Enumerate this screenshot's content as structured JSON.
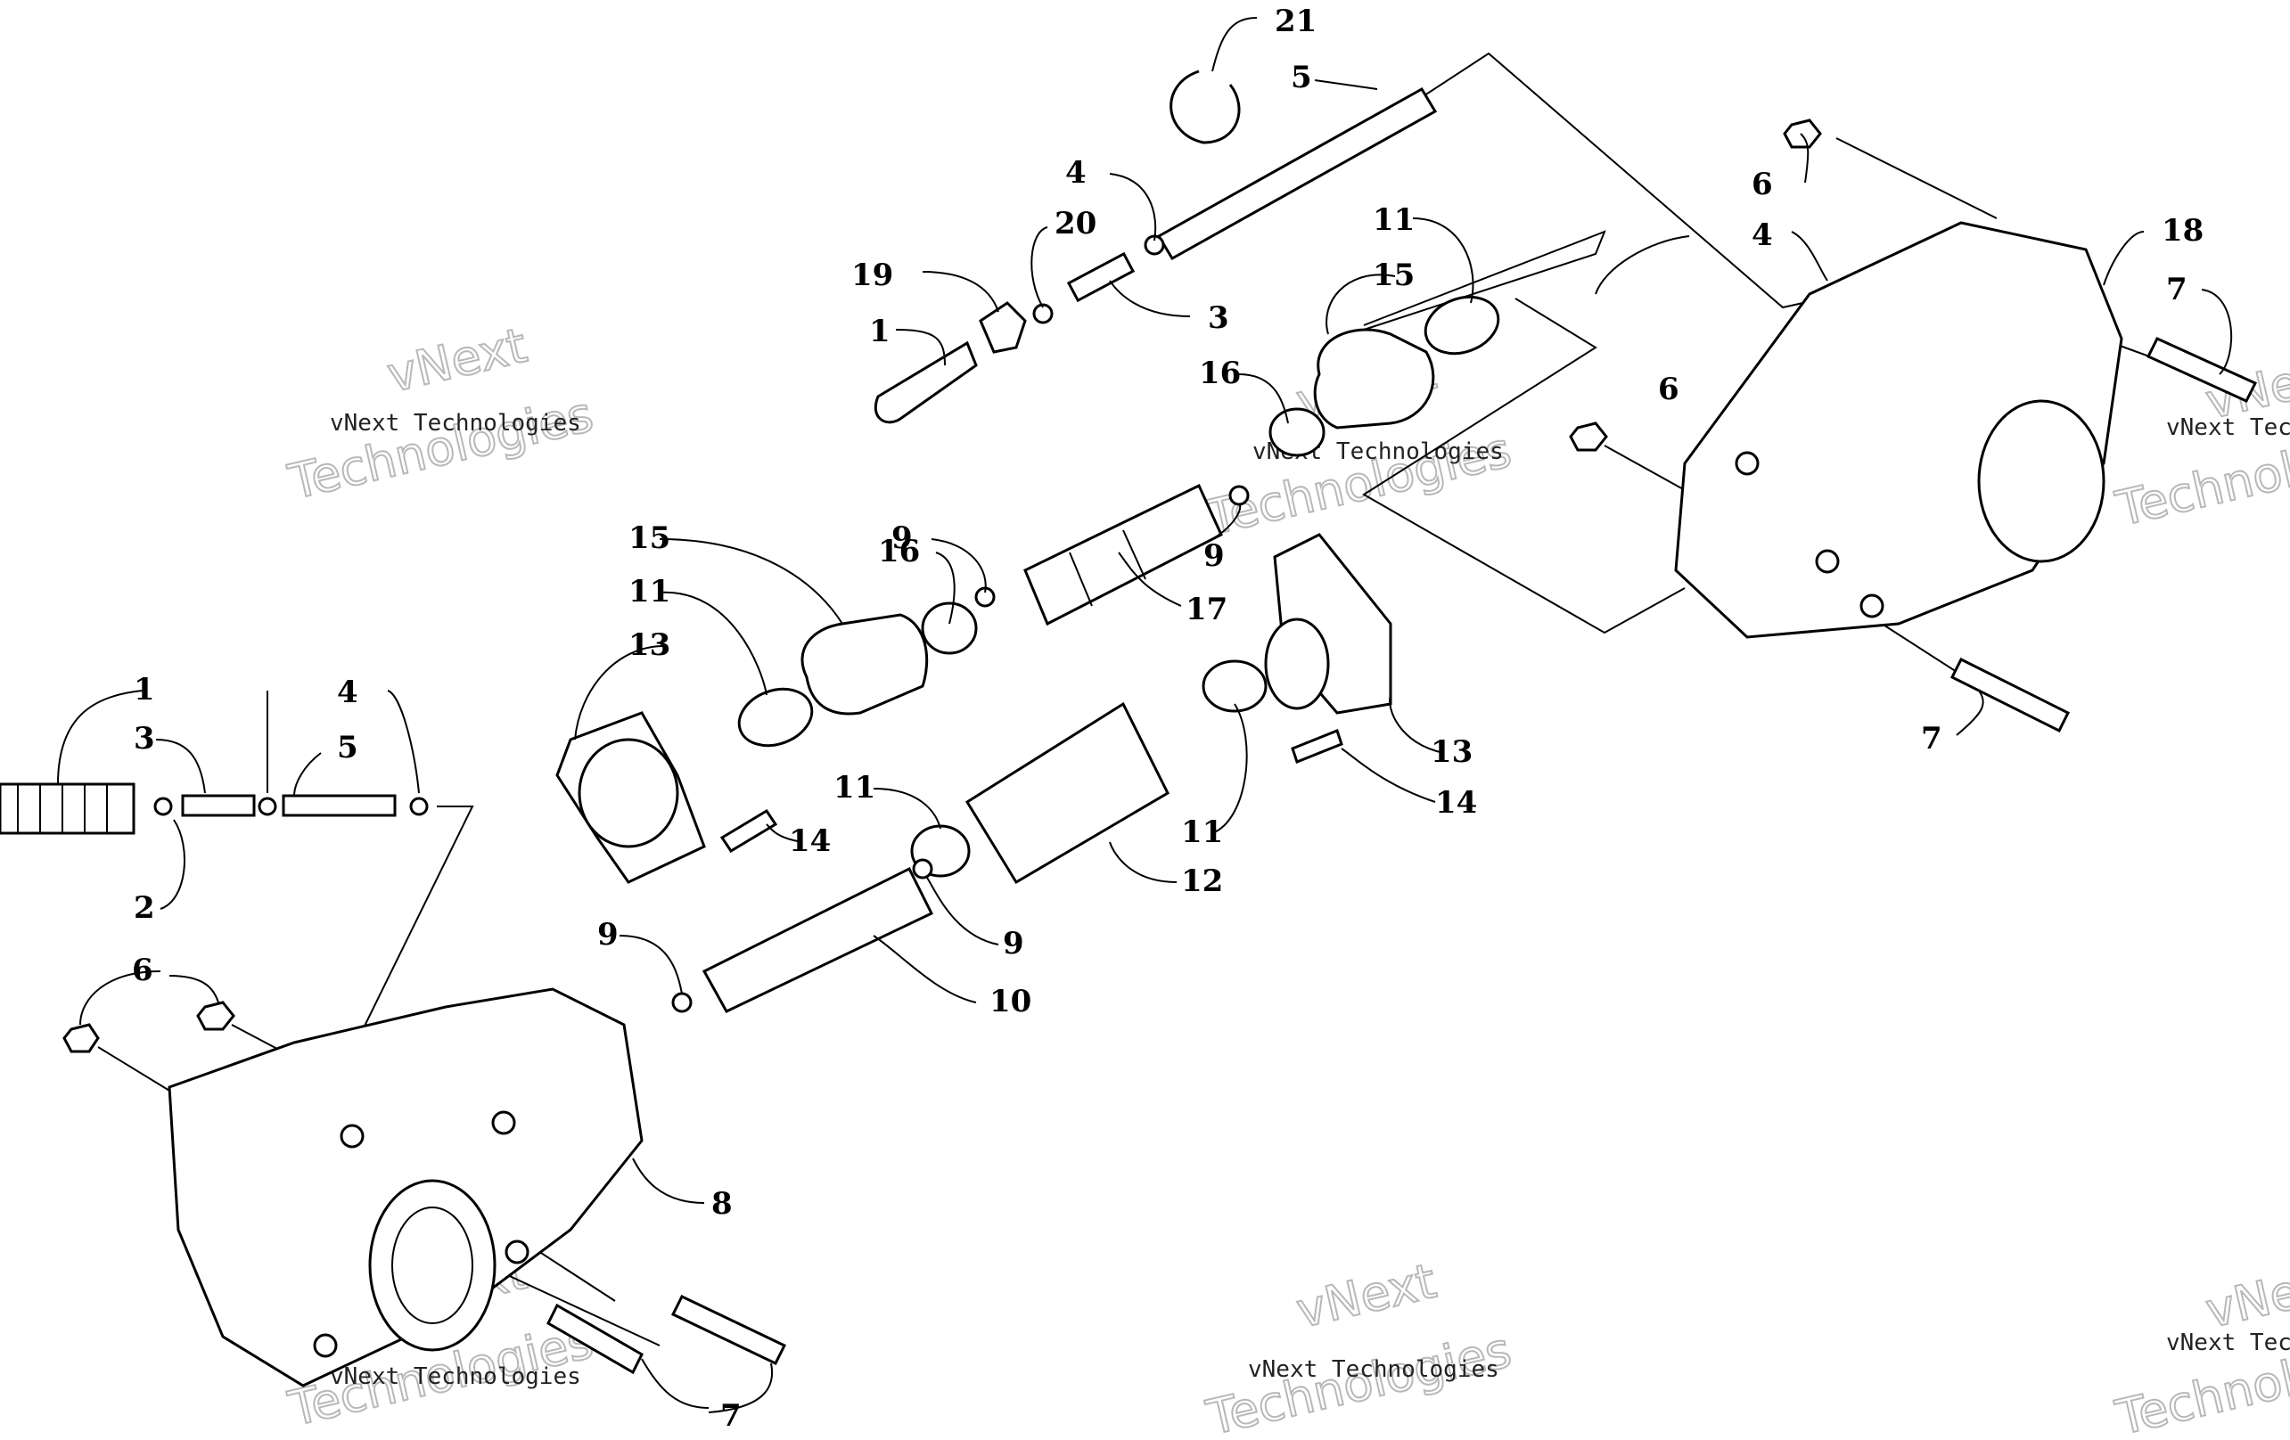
{
  "watermarks": {
    "brand_small": "vNext Technologies",
    "brand_large_top": "vNext",
    "brand_large_bottom": "Technologies"
  },
  "callouts": [
    {
      "id": "c21a",
      "label": "21"
    },
    {
      "id": "c5a",
      "label": "5"
    },
    {
      "id": "c4a",
      "label": "4"
    },
    {
      "id": "c20",
      "label": "20"
    },
    {
      "id": "c19",
      "label": "19"
    },
    {
      "id": "c3a",
      "label": "3"
    },
    {
      "id": "c1a",
      "label": "1"
    },
    {
      "id": "c11a",
      "label": "11"
    },
    {
      "id": "c15a",
      "label": "15"
    },
    {
      "id": "c16a",
      "label": "16"
    },
    {
      "id": "c6a",
      "label": "6"
    },
    {
      "id": "c4b",
      "label": "4"
    },
    {
      "id": "c6b",
      "label": "6"
    },
    {
      "id": "c18",
      "label": "18"
    },
    {
      "id": "c7a",
      "label": "7"
    },
    {
      "id": "c9a",
      "label": "9"
    },
    {
      "id": "c16b",
      "label": "16"
    },
    {
      "id": "c15b",
      "label": "15"
    },
    {
      "id": "c11b",
      "label": "11"
    },
    {
      "id": "c9b",
      "label": "9"
    },
    {
      "id": "c17",
      "label": "17"
    },
    {
      "id": "c13a",
      "label": "13"
    },
    {
      "id": "c7b",
      "label": "7"
    },
    {
      "id": "c1b",
      "label": "1"
    },
    {
      "id": "c3b",
      "label": "3"
    },
    {
      "id": "c4c",
      "label": "4"
    },
    {
      "id": "c5b",
      "label": "5"
    },
    {
      "id": "c13b",
      "label": "13"
    },
    {
      "id": "c14a",
      "label": "14"
    },
    {
      "id": "c11c",
      "label": "11"
    },
    {
      "id": "c14b",
      "label": "14"
    },
    {
      "id": "c11d",
      "label": "11"
    },
    {
      "id": "c2",
      "label": "2"
    },
    {
      "id": "c12",
      "label": "12"
    },
    {
      "id": "c9c",
      "label": "9"
    },
    {
      "id": "c9d",
      "label": "9"
    },
    {
      "id": "c6c",
      "label": "6"
    },
    {
      "id": "c10",
      "label": "10"
    },
    {
      "id": "c8",
      "label": "8"
    },
    {
      "id": "c7c",
      "label": "7"
    }
  ]
}
